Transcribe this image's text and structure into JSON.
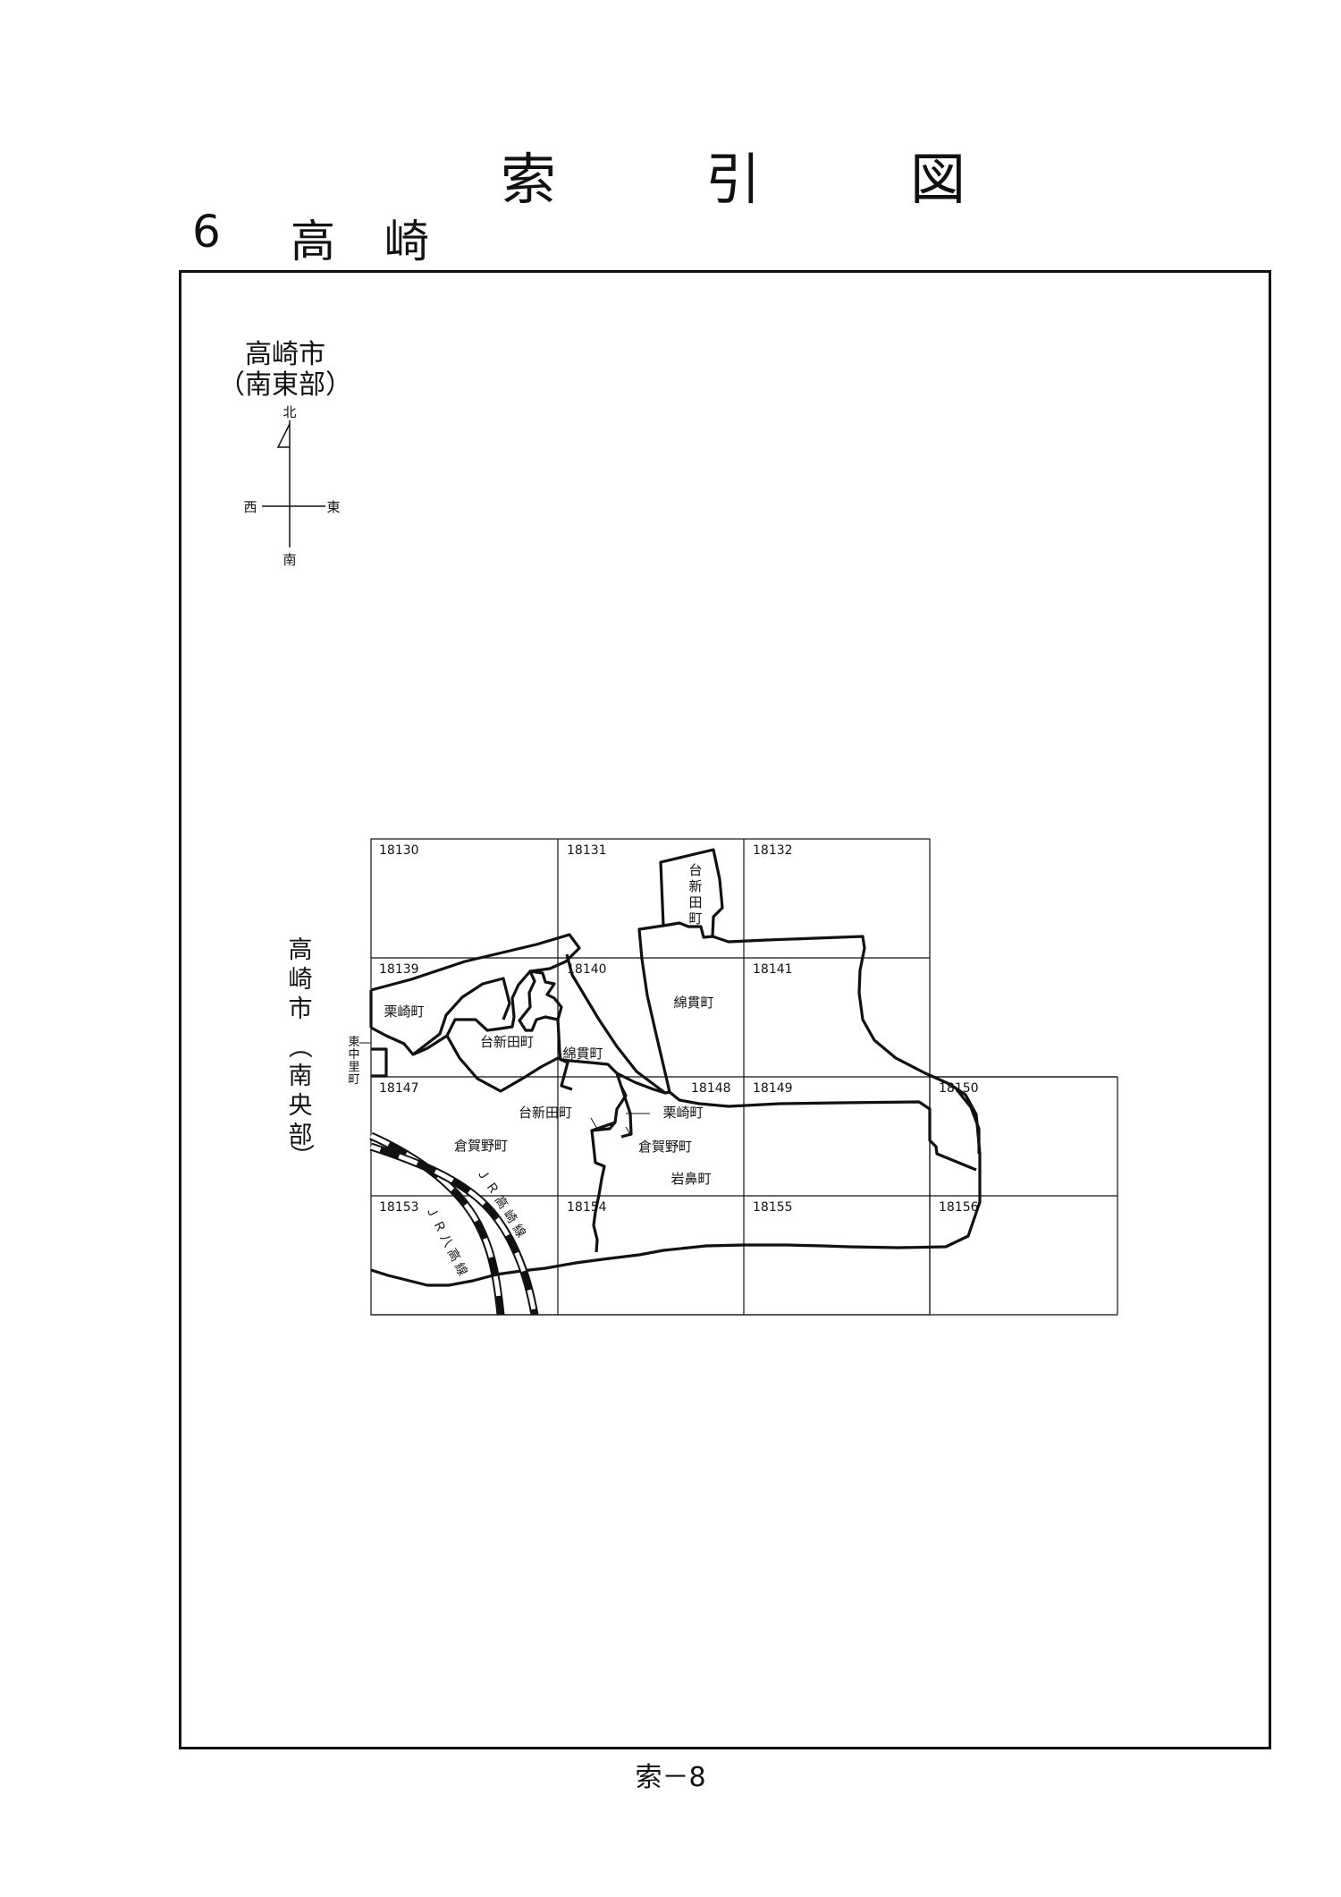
{
  "title": {
    "chars": [
      "索",
      "引",
      "図"
    ]
  },
  "subtitle": {
    "number": "6",
    "chars": [
      "高",
      "崎"
    ]
  },
  "inset": {
    "line1": "高崎市",
    "line2": "（南東部）"
  },
  "compass": {
    "north": "北",
    "south": "南",
    "east": "東",
    "west": "西"
  },
  "side_label": {
    "chars": [
      "高",
      "崎",
      "市",
      "（",
      "南",
      "央",
      "部",
      "）"
    ]
  },
  "grid_cells": {
    "c18130": "18130",
    "c18131": "18131",
    "c18132": "18132",
    "c18139": "18139",
    "c18140": "18140",
    "c18141": "18141",
    "c18147": "18147",
    "c18148": "18148",
    "c18149": "18149",
    "c18150": "18150",
    "c18153": "18153",
    "c18154": "18154",
    "c18155": "18155",
    "c18156": "18156"
  },
  "areas": {
    "daishinden_north": [
      "台",
      "新",
      "田",
      "町"
    ],
    "watanuki_main": "綿貫町",
    "kurisaki_west": "栗崎町",
    "daishinden_center": "台新田町",
    "watanuki_small": "綿貫町",
    "higashinakazato": [
      "東",
      "中",
      "里",
      "町"
    ],
    "daishinden_south": "台新田町",
    "kurisaki_south": "栗崎町",
    "kuragano_west": "倉賀野町",
    "kuragano_east": "倉賀野町",
    "iwahana": "岩鼻町"
  },
  "railways": {
    "jr_takasaki": [
      "Ｊ",
      "Ｒ",
      "高",
      "崎",
      "線"
    ],
    "jr_hachiko": [
      "Ｊ",
      "Ｒ",
      "八",
      "高",
      "線"
    ]
  },
  "footer": {
    "page": "索－8"
  }
}
